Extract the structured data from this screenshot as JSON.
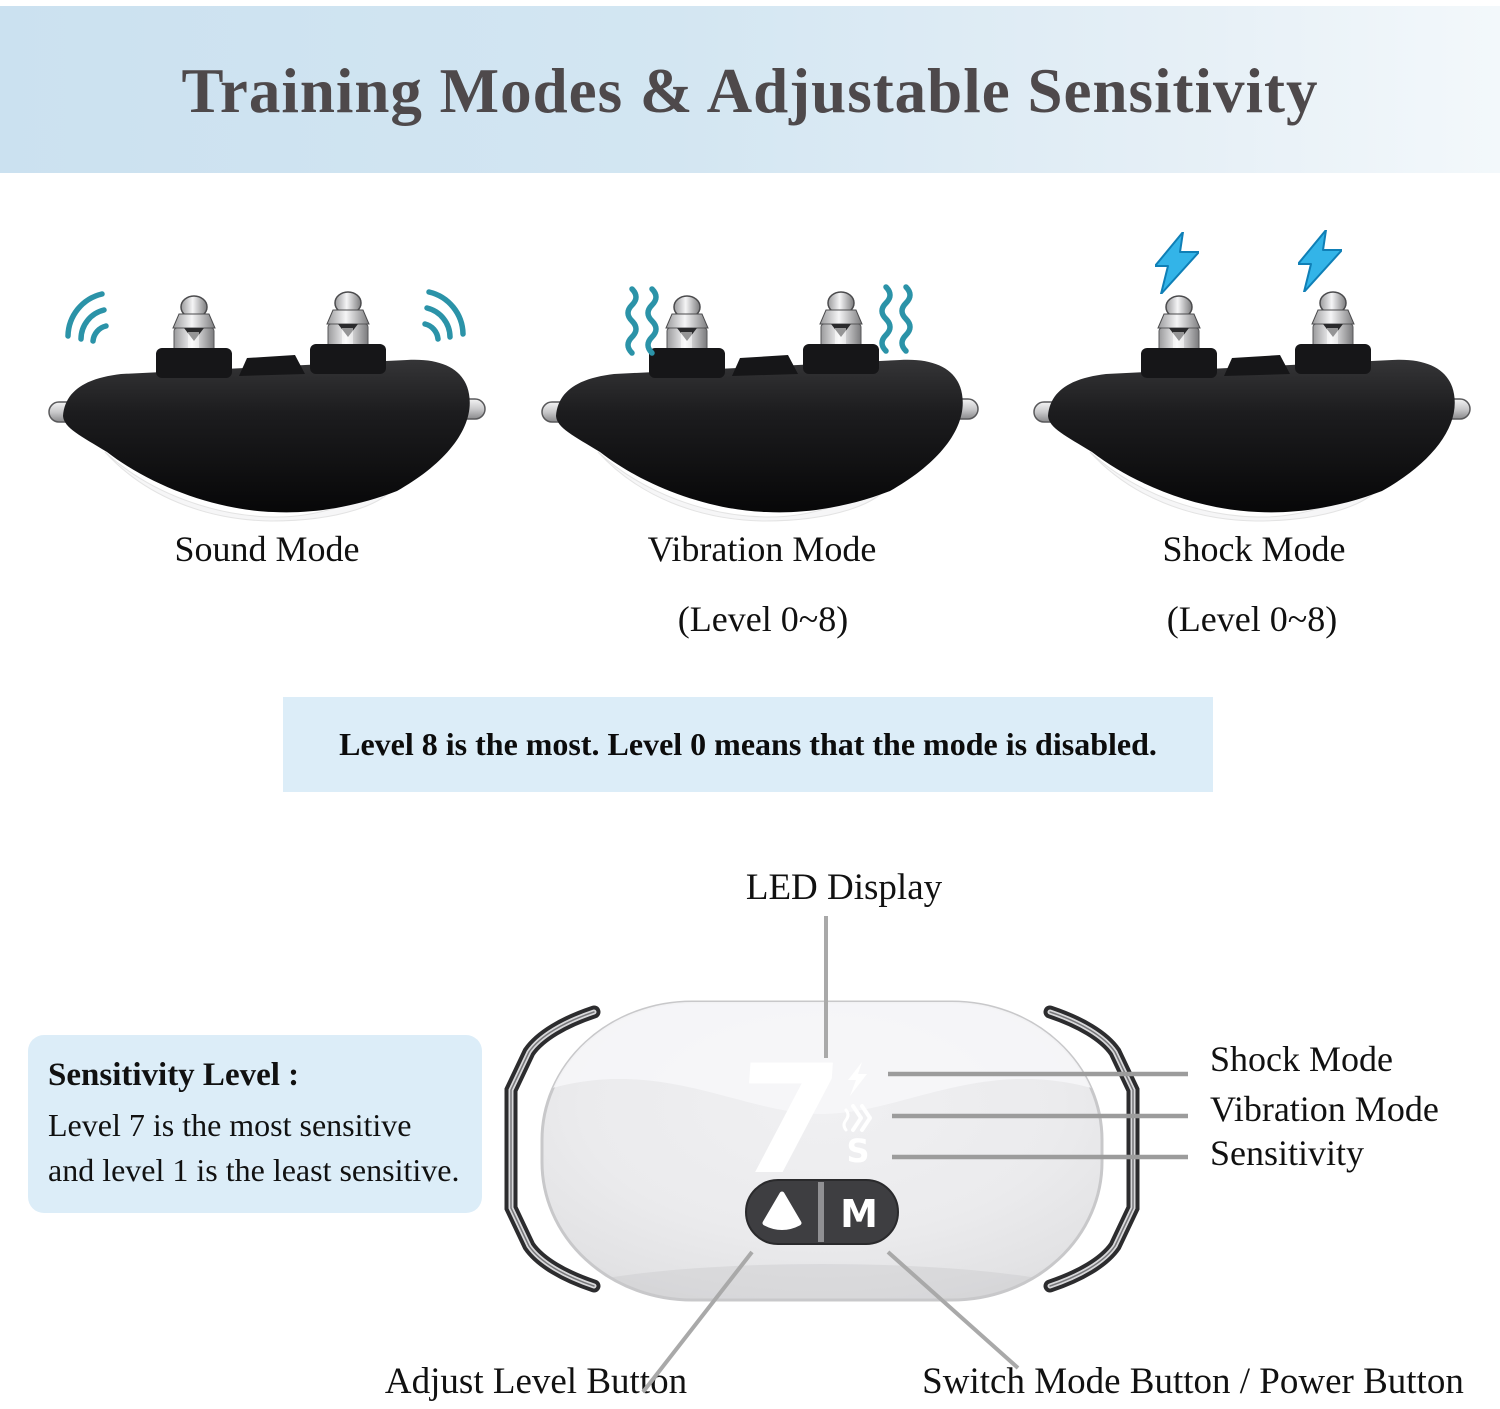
{
  "header": {
    "title": "Training Modes & Adjustable Sensitivity"
  },
  "modes": [
    {
      "label": "Sound Mode",
      "level": "",
      "icon": "sound-waves-icon"
    },
    {
      "label": "Vibration Mode",
      "level": "(Level 0~8)",
      "icon": "vibration-waves-icon"
    },
    {
      "label": "Shock Mode",
      "level": "(Level 0~8)",
      "icon": "lightning-bolt-icon"
    }
  ],
  "note": {
    "text": "Level 8 is the most. Level 0 means that the mode is disabled."
  },
  "receiver": {
    "led_display_label": "LED Display",
    "led_value": "7",
    "sensitivity_indicator": "S",
    "mode_button": "M",
    "indicators": [
      {
        "label": "Shock Mode"
      },
      {
        "label": "Vibration Mode"
      },
      {
        "label": "Sensitivity"
      }
    ],
    "adjust_button_label": "Adjust Level Button",
    "switch_button_label": "Switch Mode Button / Power Button"
  },
  "sensitivity_box": {
    "title": "Sensitivity Level :",
    "line1": "Level 7 is the most sensitive",
    "line2": "and level 1 is the least sensitive."
  },
  "colors": {
    "banner_blue_left": "#cbe1f0",
    "banner_blue_right": "#f3f8fb",
    "panel_blue": "#dcedf8",
    "title_gray": "#4e494b",
    "accent_teal": "#2b93a8",
    "accent_lightning_blue": "#33b4e8",
    "callout_gray": "#a3a3a3",
    "device_black": "#19191b",
    "shell_gray": "#ececee",
    "button_dark": "#3e3e41"
  }
}
